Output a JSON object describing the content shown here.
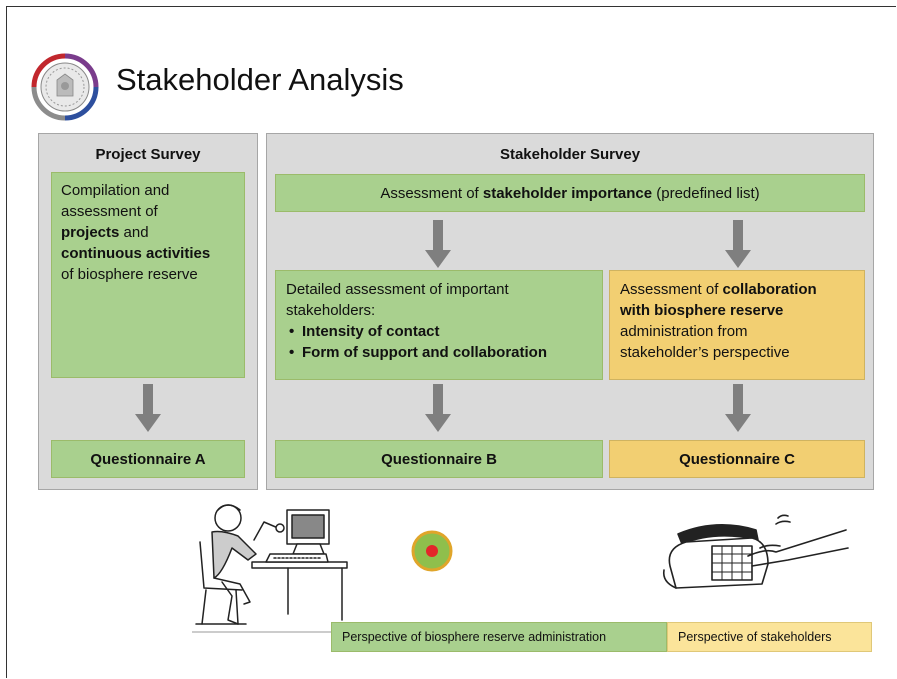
{
  "title": "Stakeholder Analysis",
  "colors": {
    "green": "#a9d08e",
    "yellow": "#f2cf72",
    "panel": "#dadada",
    "arrow": "#7f7f7f"
  },
  "project_survey": {
    "header": "Project Survey",
    "box_line1": "Compilation and",
    "box_line2": "assessment of",
    "box_bold1": "projects",
    "box_and": " and",
    "box_bold2": "continuous activities",
    "box_line5": "of biosphere reserve",
    "questionnaire": "Questionnaire A"
  },
  "stakeholder_survey": {
    "header": "Stakeholder Survey",
    "importance_pre": "Assessment of ",
    "importance_bold": "stakeholder importance",
    "importance_post": " (predefined list)",
    "detailed_line1": "Detailed assessment of important",
    "detailed_line2": "stakeholders:",
    "detailed_bullets": [
      "Intensity of contact",
      "Form of support and collaboration"
    ],
    "collab_pre": "Assessment of ",
    "collab_bold1": "collaboration",
    "collab_bold2": "with biosphere reserve",
    "collab_line3": "administration from",
    "collab_line4": "stakeholder’s perspective",
    "questionnaire_b": "Questionnaire B",
    "questionnaire_c": "Questionnaire C"
  },
  "legend": {
    "admin": "Perspective of biosphere reserve administration",
    "stakeholders": "Perspective of stakeholders"
  },
  "icons": [
    "university-seal-icon",
    "person-at-computer-illustration",
    "target-dot-icon",
    "telephone-dialing-illustration"
  ]
}
